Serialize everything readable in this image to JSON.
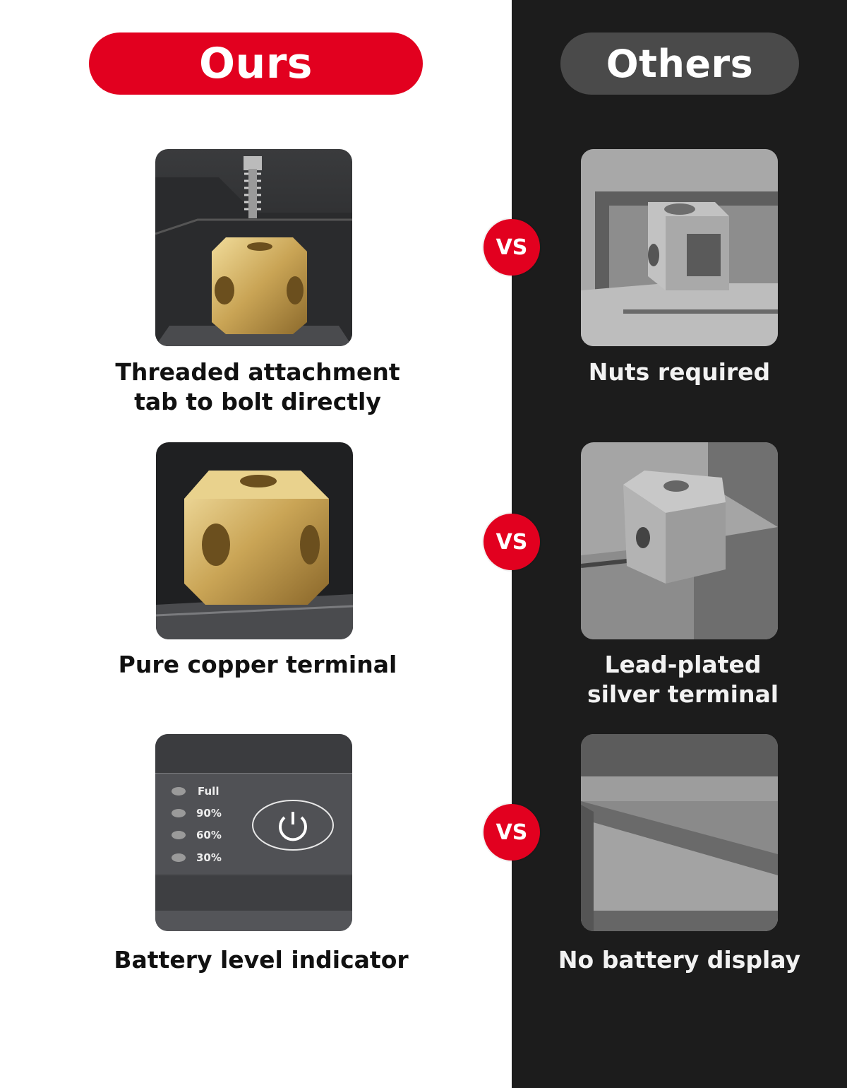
{
  "colors": {
    "accent": "#e2001f",
    "dark_panel": "#1c1c1c",
    "others_pill": "#4a4a4a"
  },
  "header": {
    "ours_label": "Ours",
    "others_label": "Others"
  },
  "vs_label": "VS",
  "rows": [
    {
      "ours_caption_lines": [
        "Threaded attachment",
        "tab to bolt directly"
      ],
      "others_caption_lines": [
        "Nuts required"
      ],
      "ours_image_icon": "brass-terminal-with-bolt-icon",
      "others_image_icon": "nut-terminal-icon"
    },
    {
      "ours_caption_lines": [
        "Pure copper terminal"
      ],
      "others_caption_lines": [
        "Lead-plated",
        "silver terminal"
      ],
      "ours_image_icon": "copper-terminal-icon",
      "others_image_icon": "silver-terminal-icon"
    },
    {
      "ours_caption_lines": [
        "Battery level indicator"
      ],
      "others_caption_lines": [
        "No battery display"
      ],
      "ours_image_icon": "battery-indicator-panel-icon",
      "others_image_icon": "blank-panel-icon"
    }
  ],
  "battery_indicator": {
    "levels": [
      "Full",
      "90%",
      "60%",
      "30%"
    ]
  }
}
